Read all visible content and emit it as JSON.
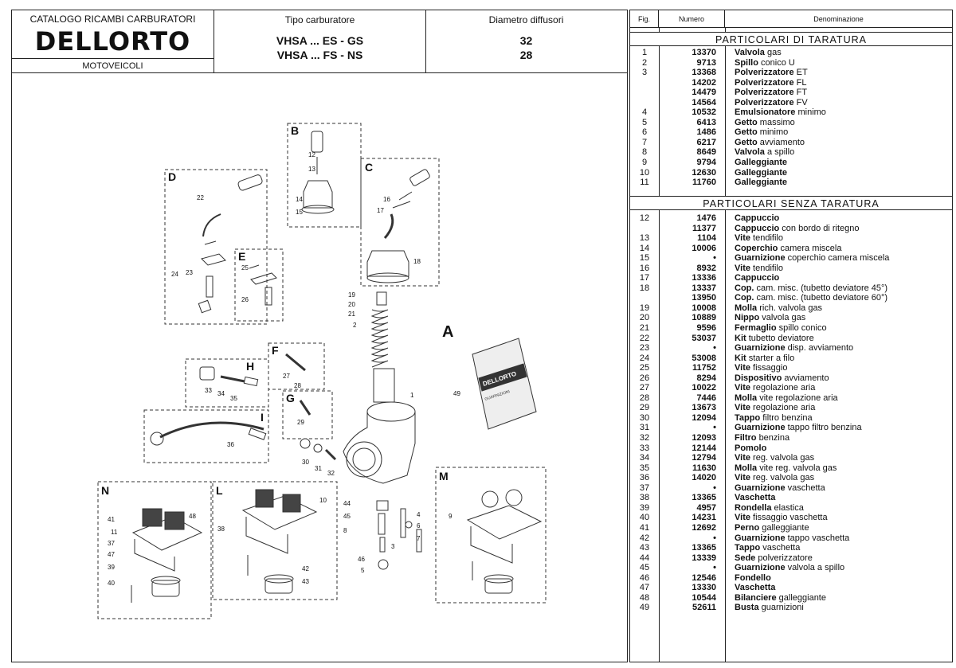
{
  "header": {
    "catalog_title": "CATALOGO RICAMBI CARBURATORI",
    "brand": "DELLORTO",
    "category": "MOTOVEICOLI",
    "type_label": "Tipo carburatore",
    "types": [
      "VHSA ... ES - GS",
      "VHSA ... FS - NS"
    ],
    "diameter_label": "Diametro diffusori",
    "diameters": [
      "32",
      "28"
    ]
  },
  "table": {
    "col_fig": "Fig.",
    "col_num": "Numero",
    "col_den": "Denominazione",
    "section1_title": "PARTICOLARI DI TARATURA",
    "section2_title": "PARTICOLARI SENZA TARATURA",
    "section1_rows": [
      {
        "fig": "1",
        "num": "13370",
        "name": "Valvola",
        "desc": "gas"
      },
      {
        "fig": "2",
        "num": "9713",
        "name": "Spillo",
        "desc": "conico U"
      },
      {
        "fig": "3",
        "num": "13368",
        "name": "Polverizzatore",
        "desc": "ET"
      },
      {
        "fig": "",
        "num": "14202",
        "name": "Polverizzatore",
        "desc": "FL"
      },
      {
        "fig": "",
        "num": "14479",
        "name": "Polverizzatore",
        "desc": "FT"
      },
      {
        "fig": "",
        "num": "14564",
        "name": "Polverizzatore",
        "desc": "FV"
      },
      {
        "fig": "4",
        "num": "10532",
        "name": "Emulsionatore",
        "desc": "minimo"
      },
      {
        "fig": "5",
        "num": "6413",
        "name": "Getto",
        "desc": "massimo"
      },
      {
        "fig": "6",
        "num": "1486",
        "name": "Getto",
        "desc": "minimo"
      },
      {
        "fig": "7",
        "num": "6217",
        "name": "Getto",
        "desc": "avviamento"
      },
      {
        "fig": "8",
        "num": "8649",
        "name": "Valvola",
        "desc": "a spillo"
      },
      {
        "fig": "9",
        "num": "9794",
        "name": "Galleggiante",
        "desc": ""
      },
      {
        "fig": "10",
        "num": "12630",
        "name": "Galleggiante",
        "desc": ""
      },
      {
        "fig": "11",
        "num": "11760",
        "name": "Galleggiante",
        "desc": ""
      }
    ],
    "section2_rows": [
      {
        "fig": "12",
        "num": "1476",
        "name": "Cappuccio",
        "desc": ""
      },
      {
        "fig": "",
        "num": "11377",
        "name": "Cappuccio",
        "desc": "con bordo di ritegno"
      },
      {
        "fig": "13",
        "num": "1104",
        "name": "Vite",
        "desc": "tendifilo"
      },
      {
        "fig": "14",
        "num": "10006",
        "name": "Coperchio",
        "desc": "camera miscela"
      },
      {
        "fig": "15",
        "num": "•",
        "name": "Guarnizione",
        "desc": "coperchio camera miscela"
      },
      {
        "fig": "16",
        "num": "8932",
        "name": "Vite",
        "desc": "tendifilo"
      },
      {
        "fig": "17",
        "num": "13336",
        "name": "Cappuccio",
        "desc": ""
      },
      {
        "fig": "18",
        "num": "13337",
        "name": "Cop.",
        "desc": "cam. misc. (tubetto deviatore 45°)"
      },
      {
        "fig": "",
        "num": "13950",
        "name": "Cop.",
        "desc": "cam. misc. (tubetto deviatore 60°)"
      },
      {
        "fig": "19",
        "num": "10008",
        "name": "Molla",
        "desc": "rich. valvola gas"
      },
      {
        "fig": "20",
        "num": "10889",
        "name": "Nippo",
        "desc": "valvola gas"
      },
      {
        "fig": "21",
        "num": "9596",
        "name": "Fermaglio",
        "desc": "spillo conico"
      },
      {
        "fig": "22",
        "num": "53037",
        "name": "Kit",
        "desc": "tubetto deviatore"
      },
      {
        "fig": "23",
        "num": "•",
        "name": "Guarnizione",
        "desc": "disp. avviamento"
      },
      {
        "fig": "24",
        "num": "53008",
        "name": "Kit",
        "desc": "starter a filo"
      },
      {
        "fig": "25",
        "num": "11752",
        "name": "Vite",
        "desc": "fissaggio"
      },
      {
        "fig": "26",
        "num": "8294",
        "name": "Dispositivo",
        "desc": "avviamento"
      },
      {
        "fig": "27",
        "num": "10022",
        "name": "Vite",
        "desc": "regolazione aria"
      },
      {
        "fig": "28",
        "num": "7446",
        "name": "Molla",
        "desc": "vite regolazione aria"
      },
      {
        "fig": "29",
        "num": "13673",
        "name": "Vite",
        "desc": "regolazione aria"
      },
      {
        "fig": "30",
        "num": "12094",
        "name": "Tappo",
        "desc": "filtro benzina"
      },
      {
        "fig": "31",
        "num": "•",
        "name": "Guarnizione",
        "desc": "tappo filtro benzina"
      },
      {
        "fig": "32",
        "num": "12093",
        "name": "Filtro",
        "desc": "benzina"
      },
      {
        "fig": "33",
        "num": "12144",
        "name": "Pomolo",
        "desc": ""
      },
      {
        "fig": "34",
        "num": "12794",
        "name": "Vite",
        "desc": "reg. valvola gas"
      },
      {
        "fig": "35",
        "num": "11630",
        "name": "Molla",
        "desc": "vite reg. valvola gas"
      },
      {
        "fig": "36",
        "num": "14020",
        "name": "Vite",
        "desc": "reg. valvola gas"
      },
      {
        "fig": "37",
        "num": "•",
        "name": "Guarnizione",
        "desc": "vaschetta"
      },
      {
        "fig": "38",
        "num": "13365",
        "name": "Vaschetta",
        "desc": ""
      },
      {
        "fig": "39",
        "num": "4957",
        "name": "Rondella",
        "desc": "elastica"
      },
      {
        "fig": "40",
        "num": "14231",
        "name": "Vite",
        "desc": "fissaggio vaschetta"
      },
      {
        "fig": "41",
        "num": "12692",
        "name": "Perno",
        "desc": "galleggiante"
      },
      {
        "fig": "42",
        "num": "•",
        "name": "Guarnizione",
        "desc": "tappo vaschetta"
      },
      {
        "fig": "43",
        "num": "13365",
        "name": "Tappo",
        "desc": "vaschetta"
      },
      {
        "fig": "44",
        "num": "13339",
        "name": "Sede",
        "desc": "polverizzatore"
      },
      {
        "fig": "45",
        "num": "•",
        "name": "Guarnizione",
        "desc": "valvola a spillo"
      },
      {
        "fig": "46",
        "num": "12546",
        "name": "Fondello",
        "desc": ""
      },
      {
        "fig": "47",
        "num": "13330",
        "name": "Vaschetta",
        "desc": ""
      },
      {
        "fig": "48",
        "num": "10544",
        "name": "Bilanciere",
        "desc": "galleggiante"
      },
      {
        "fig": "49",
        "num": "52611",
        "name": "Busta",
        "desc": "guarnizioni"
      }
    ]
  },
  "diagram": {
    "groups": [
      "A",
      "B",
      "C",
      "D",
      "E",
      "F",
      "G",
      "H",
      "I",
      "L",
      "M",
      "N"
    ],
    "bag_brand": "DELLORTO",
    "bag_text": "GUARNIZIONI",
    "callouts": [
      "1",
      "2",
      "3",
      "4",
      "5",
      "6",
      "7",
      "8",
      "9",
      "10",
      "11",
      "12",
      "13",
      "14",
      "15",
      "16",
      "17",
      "18",
      "19",
      "20",
      "21",
      "22",
      "23",
      "24",
      "25",
      "26",
      "27",
      "28",
      "29",
      "30",
      "31",
      "32",
      "33",
      "34",
      "35",
      "36",
      "37",
      "38",
      "39",
      "40",
      "41",
      "42",
      "43",
      "44",
      "45",
      "46",
      "47",
      "48",
      "49"
    ]
  }
}
